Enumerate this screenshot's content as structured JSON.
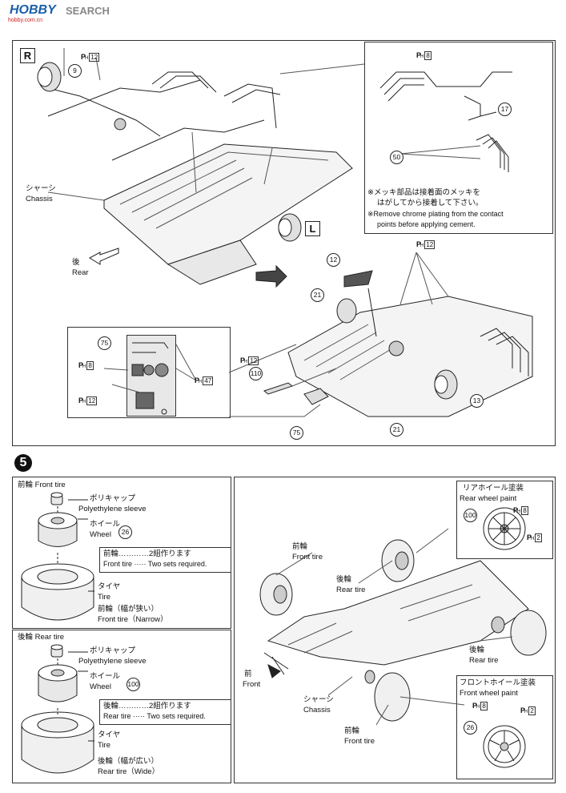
{
  "header": {
    "logo_text": "HOBBY",
    "logo_suffix": "SEARCH",
    "logo_url": "hobby.com.cn"
  },
  "step_upper": {
    "label_R": "R",
    "label_L": "L",
    "chassis_jp": "シャーシ",
    "chassis_en": "Chassis",
    "rear_jp": "後",
    "rear_en": "Rear",
    "parts": {
      "p9": "9",
      "p12": "12",
      "p13": "13",
      "p17": "17",
      "p21": "21",
      "p21b": "21",
      "p50": "50",
      "p75": "75",
      "p75b": "75",
      "p110": "110"
    },
    "ph12": "12",
    "ph8": "8",
    "ph47": "47",
    "ph_prefix": "P",
    "ph_sub": "H",
    "note_jp1": "※メッキ部品は接着面のメッキを",
    "note_jp2": "はがしてから接着して下さい。",
    "note_en1": "※Remove chrome plating from the contact",
    "note_en2": "points before applying cement."
  },
  "step5": {
    "step_number": "5",
    "front_header": "前輪 Front tire",
    "poly_jp": "ポリキャップ",
    "poly_en": "Polyethylene sleeve",
    "wheel_jp": "ホイール",
    "wheel_en": "Wheel",
    "wheel_front_part": "26",
    "wheel_rear_part": "100",
    "front_sets_jp": "前輪…………2組作ります",
    "front_sets_en": "Front tire ····· Two sets required.",
    "tire_jp": "タイヤ",
    "tire_en": "Tire",
    "front_narrow_jp": "前輪（幅が狭い）",
    "front_narrow_en": "Front tire（Narrow）",
    "rear_header": "後輪 Rear tire",
    "rear_sets_jp": "後輪…………2組作ります",
    "rear_sets_en": "Rear tire ····· Two sets required.",
    "rear_wide_jp": "後輪（幅が広い）",
    "rear_wide_en": "Rear tire（Wide）",
    "rear_paint_jp": "リアホイール塗装",
    "rear_paint_en": "Rear wheel paint",
    "front_paint_jp": "フロントホイール塗装",
    "front_paint_en": "Front wheel paint",
    "front_tire_jp": "前輪",
    "front_tire_en": "Front tire",
    "rear_tire_jp": "後輪",
    "rear_tire_en": "Rear tire",
    "front_dir_jp": "前",
    "front_dir_en": "Front",
    "chassis_jp": "シャーシ",
    "chassis_en": "Chassis",
    "ph8": "8",
    "ph2": "2"
  }
}
